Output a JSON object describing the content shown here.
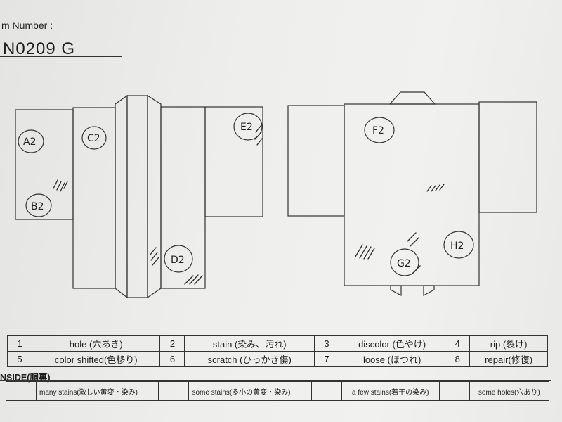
{
  "header": {
    "item_number_label": "m Number :",
    "item_number_value": "N0209   G"
  },
  "zones": {
    "A": "A2",
    "B": "B2",
    "C": "C2",
    "D": "D2",
    "E": "E2",
    "F": "F2",
    "G": "G2",
    "H": "H2"
  },
  "legend": {
    "rows": [
      [
        {
          "num": "1",
          "label": "hole (穴あき)"
        },
        {
          "num": "2",
          "label": "stain (染み、汚れ)"
        },
        {
          "num": "3",
          "label": "discolor (色やけ)"
        },
        {
          "num": "4",
          "label": "rip (裂け)"
        }
      ],
      [
        {
          "num": "5",
          "label": "color shifted(色移り)"
        },
        {
          "num": "6",
          "label": "scratch (ひっかき傷)"
        },
        {
          "num": "7",
          "label": "loose (ほつれ)"
        },
        {
          "num": "8",
          "label": "repair(修復)"
        }
      ]
    ]
  },
  "inside": {
    "title": "NSIDE(胴裏)",
    "items": [
      "many stains(激しい黄変・染み)",
      "some stains(多小の黄変・染み)",
      "a few stains(若干の染み)",
      "some holes(穴あり)"
    ]
  },
  "colors": {
    "ink": "#1e1e1e",
    "paper": "#eeeeec"
  }
}
